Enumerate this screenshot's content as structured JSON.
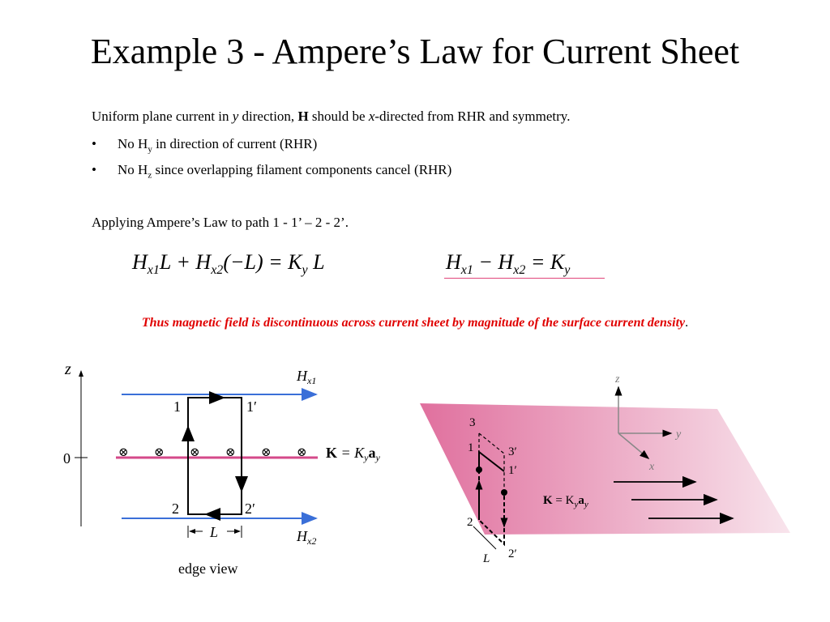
{
  "title": "Example 3 - Ampere’s Law for Current Sheet",
  "intro": {
    "p1": "Uniform plane current in ",
    "y": "y",
    "p2": " direction, ",
    "H": "H",
    "p3": " should be ",
    "x": "x",
    "p4": "-directed from RHR and symmetry."
  },
  "bullets": [
    {
      "marker": "•",
      "pre": "No H",
      "sub": "y",
      "post": " in direction of current (RHR)"
    },
    {
      "marker": "•",
      "pre": "No H",
      "sub": "z",
      "post": " since overlapping filament components cancel (RHR)"
    }
  ],
  "applying": "Applying Ampere’s Law to path 1 - 1’ – 2 - 2’.",
  "equation1": {
    "a": "H",
    "a_sub": "x1",
    "b": "L + H",
    "b_sub": "x2",
    "c": "(−L) = K",
    "c_sub": "y",
    "d": " L"
  },
  "equation2": {
    "a": "H",
    "a_sub": "x1",
    "b": " − H",
    "b_sub": "x2",
    "c": " = K",
    "c_sub": "y"
  },
  "conclusion": {
    "text": "Thus magnetic field is discontinuous across current sheet by magnitude of the surface current density",
    "tail": "."
  },
  "edge_view": {
    "z_label": "z",
    "zero_label": "0",
    "hx1_main": "H",
    "hx1_sub": "x1",
    "hx2_main": "H",
    "hx2_sub": "x2",
    "corner_1": "1",
    "corner_1p": "1′",
    "corner_2": "2",
    "corner_2p": "2′",
    "k_bold": "K",
    "k_eq": " = K",
    "k_sub": "y",
    "k_a": "a",
    "k_a_sub": "y",
    "l_label": "L",
    "caption": "edge view",
    "current_marker": "⊗"
  },
  "perspective": {
    "z_label": "z",
    "y_label": "y",
    "x_label": "x",
    "corner_3": "3",
    "corner_3p": "3′",
    "corner_1": "1",
    "corner_1p": "1′",
    "corner_2": "2",
    "corner_2p": "2′",
    "l_label": "L",
    "k_bold": "K",
    "k_eq": " = K",
    "k_sub": "y",
    "k_a": "a",
    "k_a_sub": "y"
  },
  "colors": {
    "field_arrow": "#3a6fd8",
    "sheet_line": "#d4498a",
    "conclusion": "#e00000",
    "sheet_fill_dark": "#e0709e",
    "sheet_fill_light": "#f8e4ec"
  }
}
